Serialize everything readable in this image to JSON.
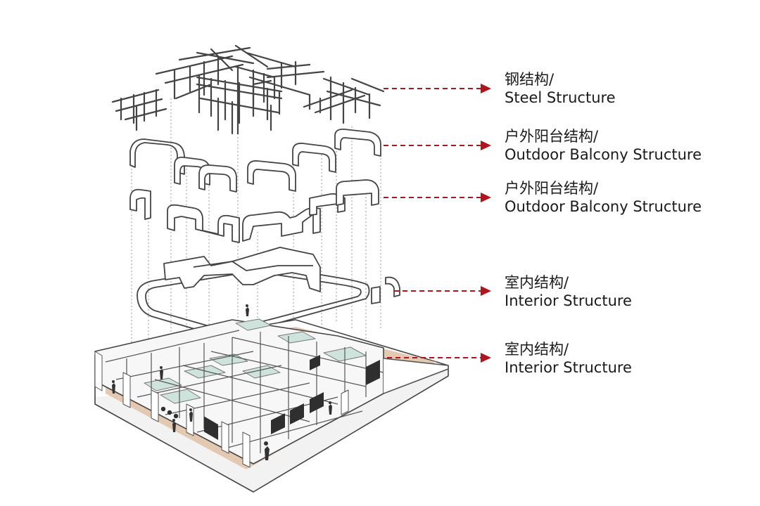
{
  "layers": [
    {
      "id": "steel",
      "zh": "钢结构/",
      "en": "Steel Structure"
    },
    {
      "id": "balcony-upper",
      "zh": "户外阳台结构/",
      "en": "Outdoor Balcony Structure"
    },
    {
      "id": "balcony-lower",
      "zh": "户外阳台结构/",
      "en": "Outdoor Balcony Structure"
    },
    {
      "id": "interior-upper",
      "zh": "室内结构/",
      "en": "Interior Structure"
    },
    {
      "id": "interior-lower",
      "zh": "室内结构/",
      "en": "Interior Structure"
    }
  ],
  "colors": {
    "arrow": "#b0141c",
    "line": "#333333",
    "floor": "#e3c9b2",
    "glass": "#cfe3dd",
    "window": "#2f2f2f"
  }
}
